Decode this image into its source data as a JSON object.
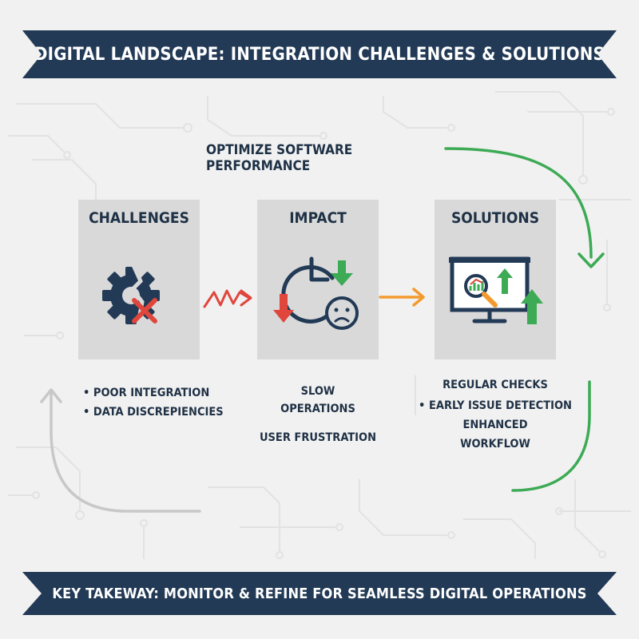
{
  "title": "DIGITAL LANDSCAPE: INTEGRATION CHALLENGES & SOLUTIONS",
  "loop_label": "OPTIMIZE SOFTWARE PERFORMANCE",
  "panels": [
    {
      "title": "CHALLENGES",
      "icon": "broken-gear-icon",
      "items": [
        "POOR INTEGRATION",
        "DATA DISCREPIENCIES"
      ]
    },
    {
      "title": "IMPACT",
      "icon": "clock-down-frown-icon",
      "items": [
        "SLOW",
        "OPERATIONS",
        "USER FRUSTRATION"
      ]
    },
    {
      "title": "SOLUTIONS",
      "icon": "monitor-chart-up-icon",
      "items": [
        "REGULAR CHECKS",
        "EARLY ISSUE DETECTION",
        "ENHANCED",
        "WORKFLOW"
      ]
    }
  ],
  "key_takeaway": "KEY TAKEWAY: MONITOR & REFINE FOR SEAMLESS DIGITAL OPERATIONS",
  "colors": {
    "navy": "#223a56",
    "panel": "#d9d9d9",
    "red": "#e0463c",
    "green": "#3daa55",
    "orange": "#f39a2e",
    "grey_arrow": "#c8c8c8"
  }
}
